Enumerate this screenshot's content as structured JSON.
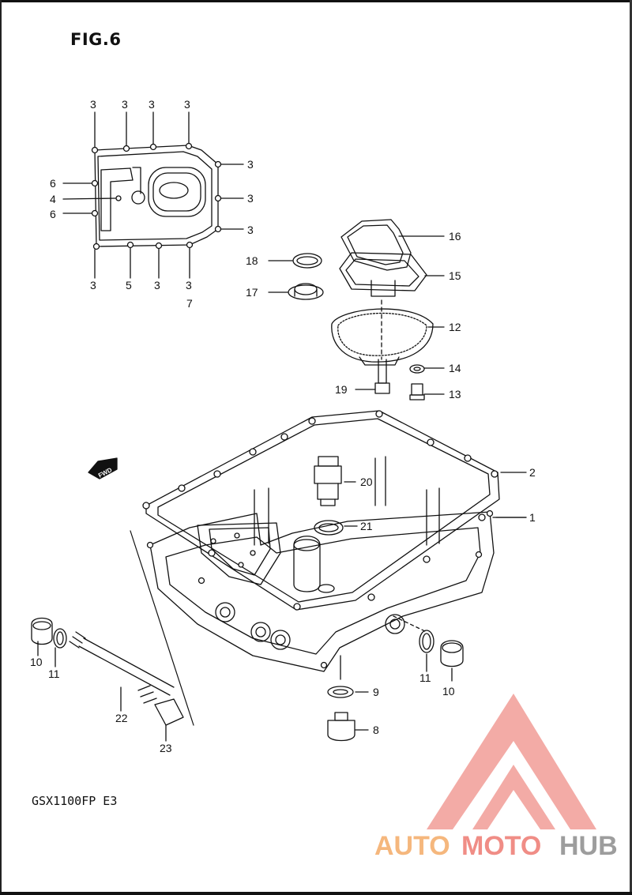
{
  "figure": {
    "title": "FIG.6",
    "model": "GSX1100FP E3",
    "fwd_mark": "FWD"
  },
  "callouts": {
    "c_3a": "3",
    "c_3b": "3",
    "c_3c": "3",
    "c_3d": "3",
    "c_3e": "3",
    "c_3f": "3",
    "c_3g": "3",
    "c_3h": "3",
    "c_3i": "3",
    "c_3j": "3",
    "c_7": "7",
    "c_5": "5",
    "c_4": "4",
    "c_6a": "6",
    "c_6b": "6",
    "c_16": "16",
    "c_15": "15",
    "c_18": "18",
    "c_17": "17",
    "c_12": "12",
    "c_14": "14",
    "c_13": "13",
    "c_19": "19",
    "c_2": "2",
    "c_1": "1",
    "c_20": "20",
    "c_21": "21",
    "c_9": "9",
    "c_8": "8",
    "c_10a": "10",
    "c_11a": "11",
    "c_22": "22",
    "c_23": "23",
    "c_11b": "11",
    "c_10b": "10"
  },
  "watermark": {
    "word_part1": "AUTO",
    "word_part2": "MOTO",
    "word_part3": "HUB",
    "colors": {
      "red": "#e85a4f",
      "orange": "#f3a35a",
      "gray": "#7a7a7a"
    }
  }
}
